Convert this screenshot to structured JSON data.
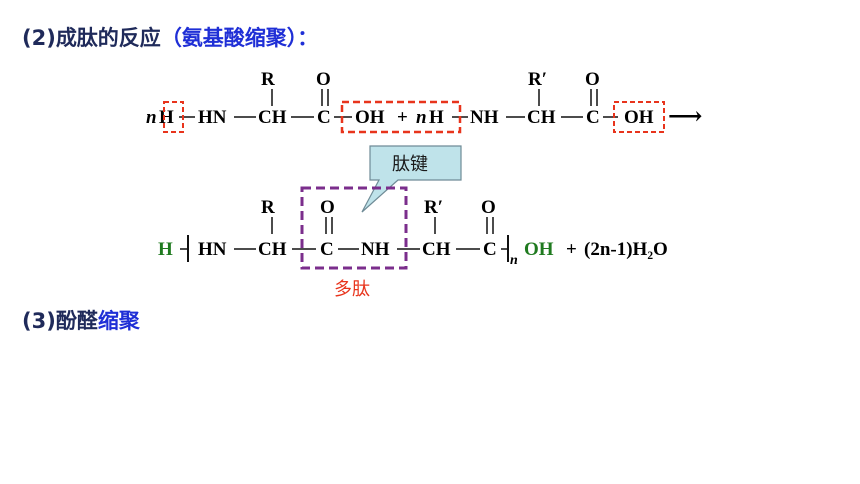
{
  "heading2": {
    "prefix": "(2)",
    "main": "成肽的反应",
    "paren": "（氨基酸缩聚）："
  },
  "heading3": {
    "prefix": "(3)",
    "main": "酚醛",
    "colored": "缩聚"
  },
  "reaction1": {
    "n1": "n",
    "h1": "H",
    "hn1": "HN",
    "ch1": "CH",
    "c1": "C",
    "oh1": "OH",
    "plus1": "+",
    "n2": "n",
    "h2": "H",
    "nh1": "NH",
    "ch2": "CH",
    "c2": "C",
    "oh2": "OH",
    "r1": "R",
    "o1": "O",
    "r2": "R′",
    "o2": "O",
    "arrow": "⟶"
  },
  "callout": {
    "label": "肽键"
  },
  "reaction2": {
    "h": "H",
    "hn": "HN",
    "ch1": "CH",
    "c1": "C",
    "nh": "NH",
    "ch2": "CH",
    "c2": "C",
    "sub_n": "n",
    "oh": "OH",
    "plus": "+",
    "water": "(2n-1)H₂O",
    "r1": "R",
    "o1": "O",
    "r2": "R′",
    "o2": "O"
  },
  "polypeptide_label": "多肽",
  "colors": {
    "red": "#e8341c",
    "purple": "#7b2e8c",
    "green": "#1f7a1f",
    "callout_fill": "#bfe3ea",
    "heading_blue": "#1f2fd6"
  }
}
